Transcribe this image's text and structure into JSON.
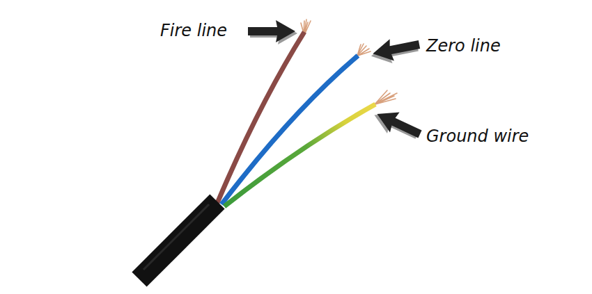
{
  "diagram": {
    "labels": [
      "Fire line",
      "Zero line",
      "Ground wire"
    ]
  }
}
